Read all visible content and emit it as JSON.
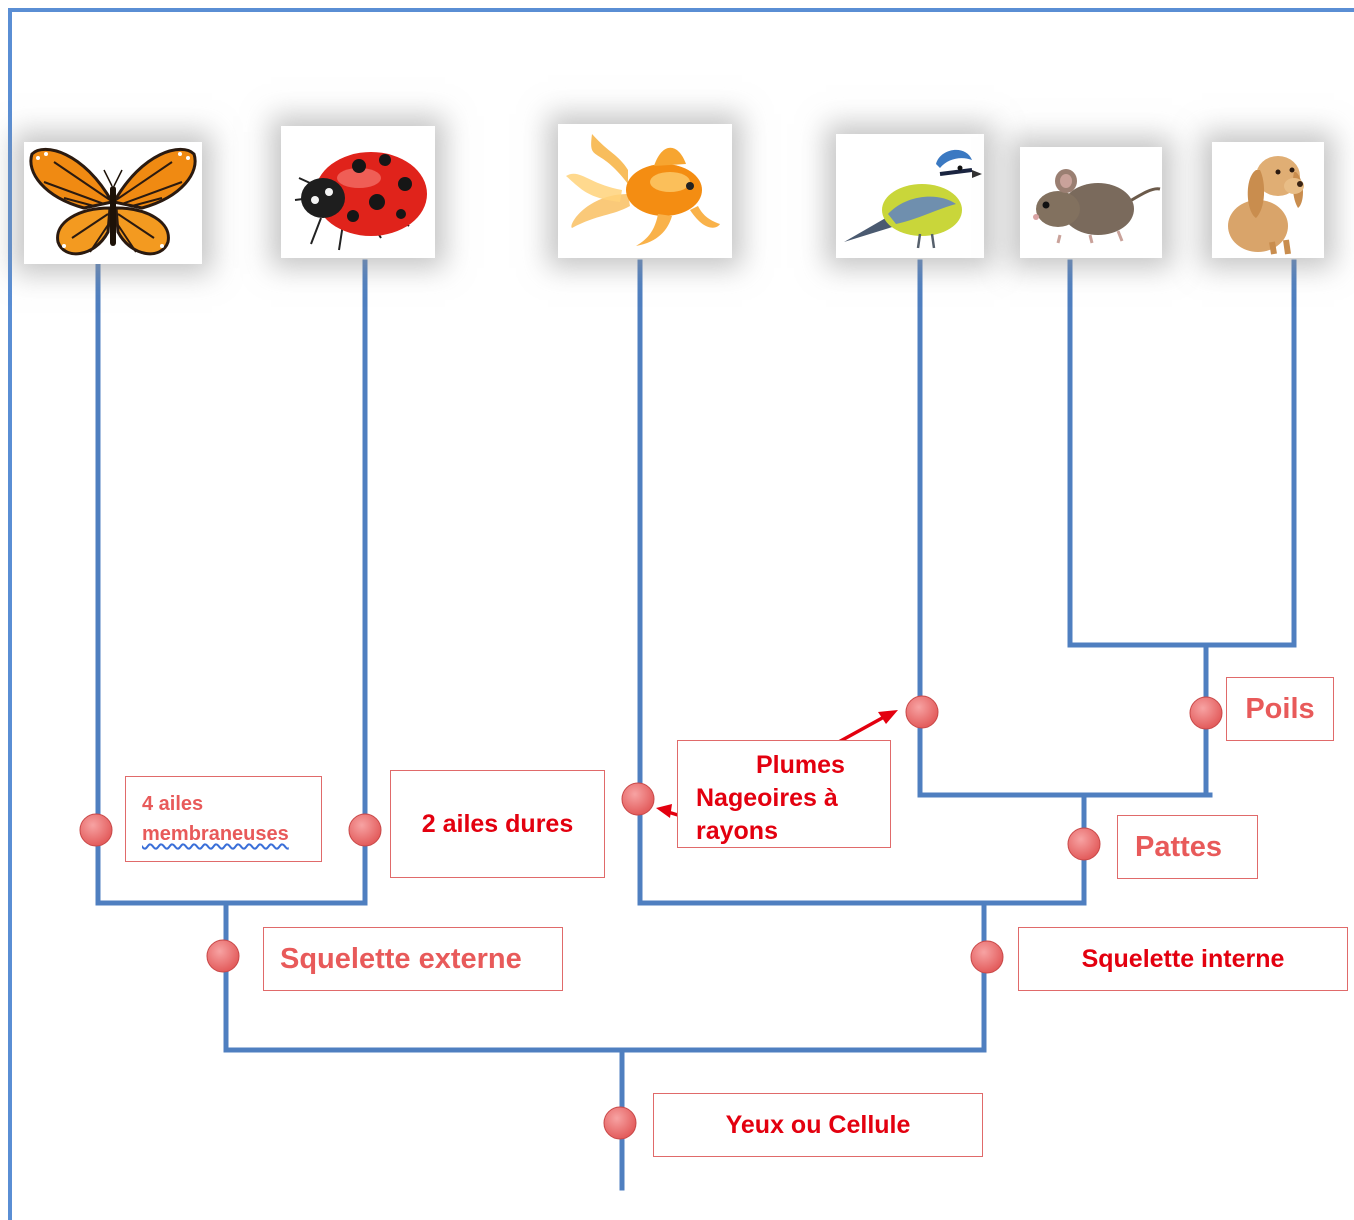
{
  "colors": {
    "frame": "#5a8ed4",
    "branch": "#4f7fc0",
    "node": "#e56a6a",
    "label_text": "#e3000f",
    "label_border": "#e06a6a"
  },
  "animals": [
    {
      "name": "butterfly",
      "icon": "butterfly-photo"
    },
    {
      "name": "ladybug",
      "icon": "ladybug-photo"
    },
    {
      "name": "goldfish",
      "icon": "goldfish-photo"
    },
    {
      "name": "bird",
      "icon": "bird-photo"
    },
    {
      "name": "mouse",
      "icon": "mouse-photo"
    },
    {
      "name": "dog",
      "icon": "dog-photo"
    }
  ],
  "labels": {
    "four_wings_line1": "4 ailes",
    "four_wings_line2": "membraneuses",
    "two_hard_wings": "2 ailes dures",
    "feathers": "Plumes",
    "fins_line1": "Nageoires à",
    "fins_line2": "rayons",
    "hair": "Poils",
    "legs": "Pattes",
    "external_skeleton": "Squelette externe",
    "internal_skeleton": "Squelette interne",
    "eyes_or_cell": "Yeux ou Cellule"
  }
}
